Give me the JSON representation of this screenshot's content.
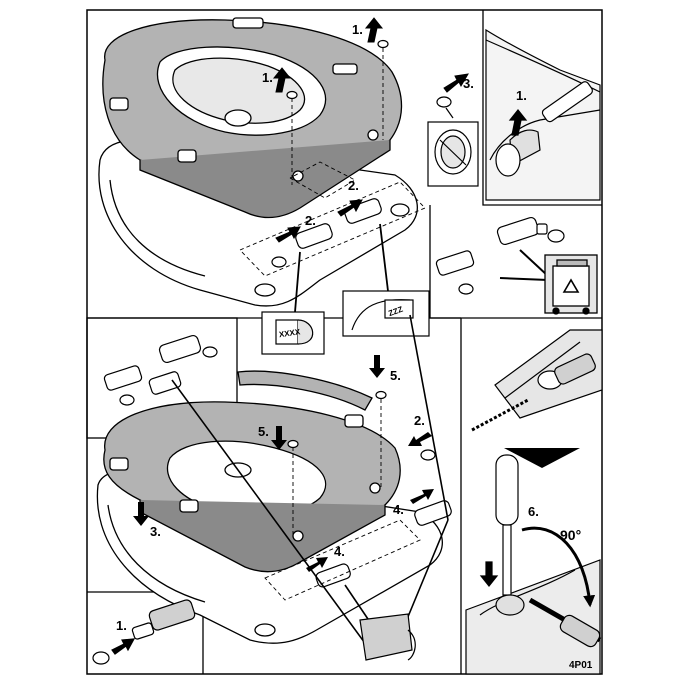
{
  "step_labels": {
    "top_cap_1": "1.",
    "top_hole_1": "1.",
    "top_right_3": "3.",
    "top_mid_2": "2.",
    "top_left_2": "2.",
    "inset_screw_1": "1.",
    "mid_5": "5.",
    "left_5": "5.",
    "right_2": "2.",
    "bottom_3": "3.",
    "right_4": "4.",
    "bottom_4": "4.",
    "inset_left_1": "1.",
    "screwdriver_6": "6."
  },
  "angle_label": "90°",
  "part_code_left": "XXXX",
  "part_code_right": "ZZZ",
  "figure_code": "4P01",
  "icons": {
    "recycle_bin": "recycle-bin-icon",
    "arrow": "step-arrow-icon",
    "rotation": "rotation-arrow-icon"
  },
  "colors": {
    "line": "#000000",
    "seat_fill": "#b3b3b3",
    "seat_dark": "#8a8a8a",
    "panel_bg": "#ffffff"
  }
}
